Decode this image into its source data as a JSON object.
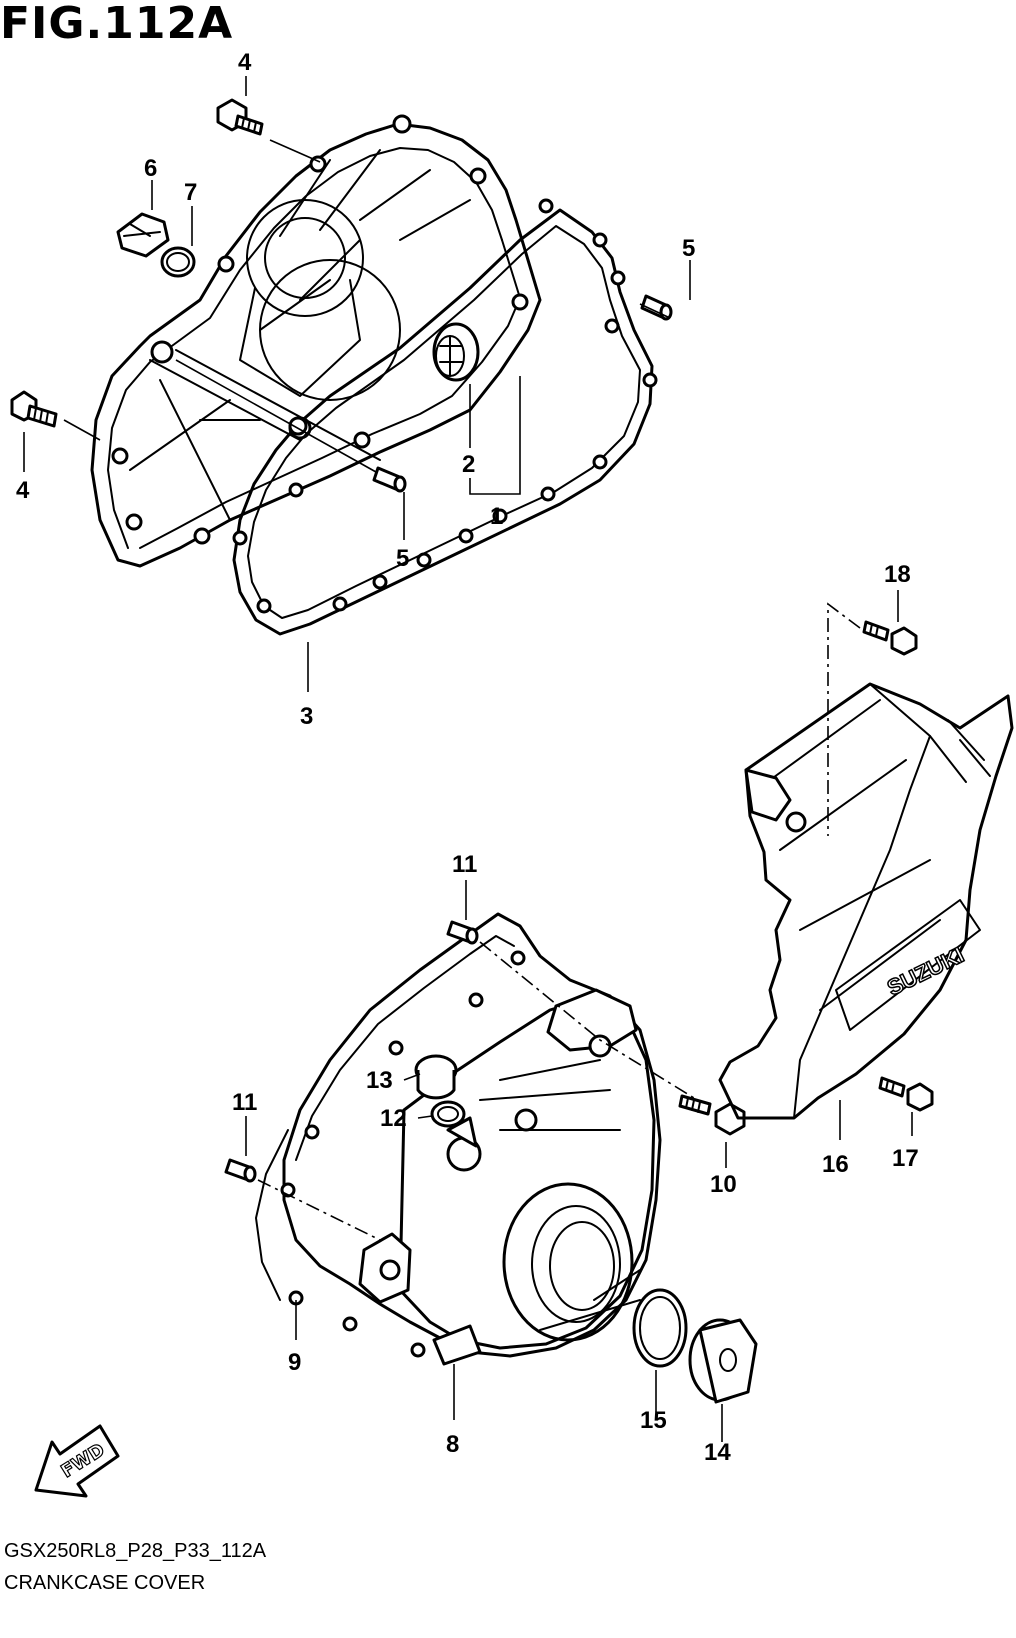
{
  "figure": {
    "title": "FIG.112A",
    "model_code": "GSX250RL8_P28_P33_112A",
    "assembly_name": "CRANKCASE COVER",
    "direction_label": "FWD",
    "brand_mark": "SUZUKI"
  },
  "callouts": {
    "c1": "1",
    "c2": "2",
    "c3": "3",
    "c4a": "4",
    "c4b": "4",
    "c5a": "5",
    "c5b": "5",
    "c6": "6",
    "c7": "7",
    "c8": "8",
    "c9": "9",
    "c10": "10",
    "c11a": "11",
    "c11b": "11",
    "c12": "12",
    "c13": "13",
    "c14": "14",
    "c15": "15",
    "c16": "16",
    "c17": "17",
    "c18": "18"
  }
}
